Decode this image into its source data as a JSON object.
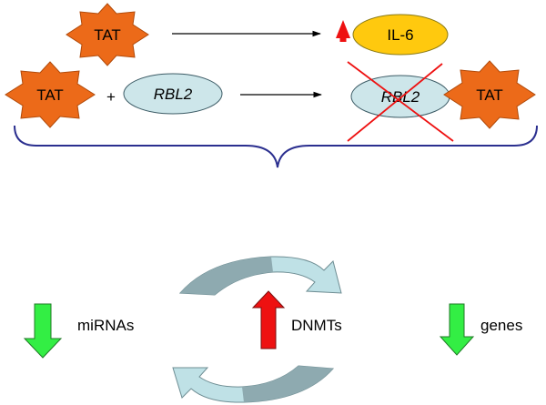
{
  "row1": {
    "tat_label": "TAT",
    "il6_label": "IL-6"
  },
  "row2": {
    "tat_left_label": "TAT",
    "plus_label": "+",
    "rbl2_label": "RBL2",
    "rbl2_crossed_label": "RBL2",
    "tat_right_label": "TAT"
  },
  "bottom": {
    "mirnas_label": "miRNAs",
    "dnmts_label": "DNMTs",
    "genes_label": "genes"
  },
  "colors": {
    "star_fill": "#ec6a19",
    "star_stroke": "#b04a0a",
    "il6_fill": "#ffc90e",
    "rbl2_fill": "#cde6ea",
    "up_arrow_red": "#ee1111",
    "down_arrow_green": "#33ee44",
    "cycle_dark": "#8eaab0",
    "cycle_light": "#bfe1e6",
    "brace": "#2b2f8f",
    "cross": "#ee1111"
  }
}
